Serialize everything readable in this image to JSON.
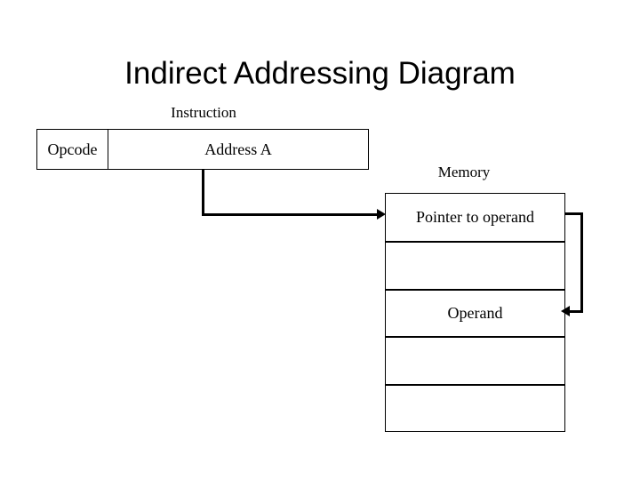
{
  "slide": {
    "title": "Indirect Addressing Diagram",
    "background_color": "#ffffff",
    "line_color": "#000000"
  },
  "instruction": {
    "caption": "Instruction",
    "fields": [
      {
        "label": "Opcode"
      },
      {
        "label": "Address A"
      }
    ]
  },
  "memory": {
    "caption": "Memory",
    "cells": [
      {
        "label": "Pointer to operand"
      },
      {
        "label": ""
      },
      {
        "label": "Operand"
      },
      {
        "label": ""
      },
      {
        "label": ""
      }
    ]
  },
  "arrows": [
    {
      "name": "address-to-pointer",
      "from": "Address A",
      "to": "Pointer to operand"
    },
    {
      "name": "pointer-to-operand",
      "from": "Pointer to operand",
      "to": "Operand"
    }
  ]
}
